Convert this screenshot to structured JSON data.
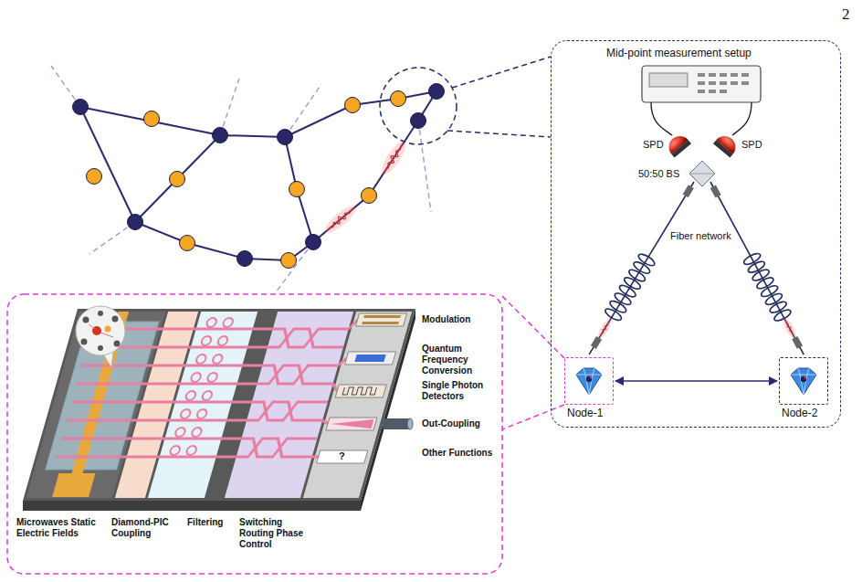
{
  "diagram": {
    "nodes": [
      {
        "text": [
          "Mid-point measurement setup"
        ]
      },
      {
        "text": [
          "Node-1"
        ],
        "in": 0
      },
      {
        "text": [
          "Node-2"
        ],
        "in": 0
      }
    ],
    "edges": [
      {
        "from": 1,
        "to": 2,
        "arrow": "both"
      }
    ],
    "labels": [
      "2",
      "SPD",
      "SPD",
      "50:50 BS",
      "Fiber network",
      "Microwaves Static Electric Fields",
      "Diamond-PIC Coupling",
      "Filtering",
      "Switching Routing Phase Control",
      "Modulation",
      "Quantum Frequency Conversion",
      "Single Photon Detectors",
      "Out-Coupling",
      "Other Functions",
      "?"
    ]
  }
}
